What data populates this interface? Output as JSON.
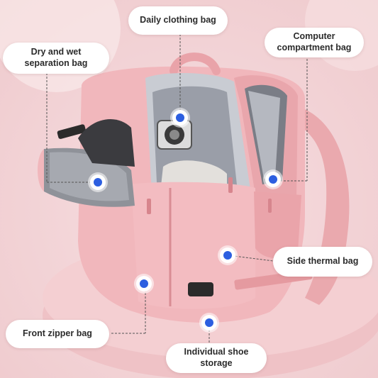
{
  "image": {
    "subject": "pink travel backpack with open compartments",
    "background_color": "#f3d5d8",
    "bag_color": "#f1b7bc",
    "marker_color": "#2d5fe0",
    "leader_line_color": "#555555"
  },
  "callouts": [
    {
      "id": "daily",
      "text": "Daily clothing bag"
    },
    {
      "id": "computer",
      "text": "Computer\ncompartment bag"
    },
    {
      "id": "drywet",
      "text": "Dry and wet\nseparation bag"
    },
    {
      "id": "thermal",
      "text": "Side thermal bag"
    },
    {
      "id": "front",
      "text": "Front zipper bag"
    },
    {
      "id": "shoe",
      "text": "Individual shoe\nstorage"
    }
  ]
}
